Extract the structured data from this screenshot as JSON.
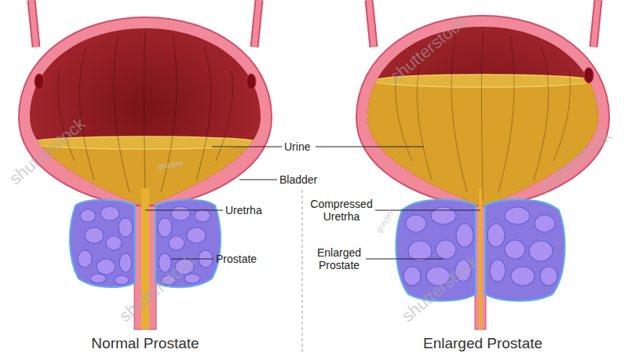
{
  "diagram": {
    "labels": [
      "Urine",
      "Bladder",
      "Uretrha",
      "Prostate",
      "Compressed Uretrha",
      "Enlarged Prostate",
      "Normal Prostate",
      "Enlarged Prostate",
      "shutterstock",
      "shutterstock",
      "shutterstock",
      "shutterstock",
      "shutterstock",
      "grayjay",
      "grayjay"
    ]
  }
}
